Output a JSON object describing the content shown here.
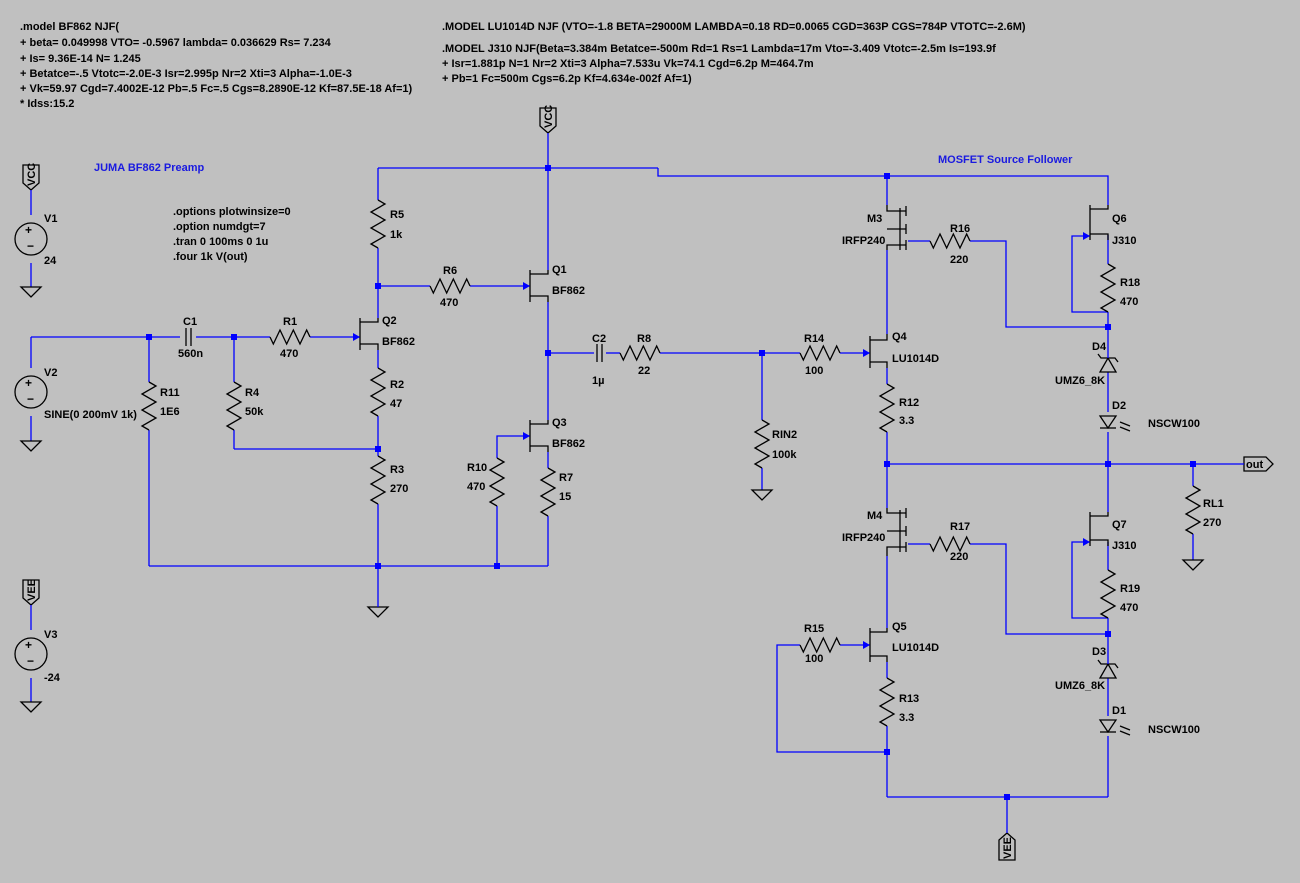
{
  "models": {
    "bf862": [
      ".model BF862 NJF(",
      "+ beta= 0.049998 VTO= -0.5967 lambda= 0.036629 Rs= 7.234",
      "+ Is= 9.36E-14 N= 1.245",
      "+ Betatce=-.5 Vtotc=-2.0E-3 Isr=2.995p Nr=2 Xti=3 Alpha=-1.0E-3",
      "+ Vk=59.97 Cgd=7.4002E-12 Pb=.5 Fc=.5 Cgs=8.2890E-12 Kf=87.5E-18 Af=1)",
      "* Idss:15.2"
    ],
    "lu1014d": ".MODEL LU1014D NJF (VTO=-1.8 BETA=29000M LAMBDA=0.18 RD=0.0065 CGD=363P CGS=784P VTOTC=-2.6M)",
    "j310": [
      ".MODEL J310 NJF(Beta=3.384m Betatce=-500m Rd=1 Rs=1 Lambda=17m Vto=-3.409 Vtotc=-2.5m Is=193.9f",
      "+ Isr=1.881p N=1 Nr=2 Xti=3 Alpha=7.533u Vk=74.1 Cgd=6.2p M=464.7m",
      "+ Pb=1 Fc=500m Cgs=6.2p Kf=4.634e-002f Af=1)"
    ]
  },
  "comments": {
    "preamp": "JUMA BF862 Preamp",
    "follower": "MOSFET Source Follower"
  },
  "directives": [
    ".options plotwinsize=0",
    ".option numdgt=7",
    ".tran 0 100ms 0 1u",
    ".four 1k V(out)"
  ],
  "flags": {
    "vcc": "VCC",
    "vee": "VEE",
    "out": "out"
  },
  "sources": {
    "V1": {
      "name": "V1",
      "value": "24"
    },
    "V2": {
      "name": "V2",
      "value": "SINE(0 200mV 1k)"
    },
    "V3": {
      "name": "V3",
      "value": "-24"
    }
  },
  "resistors": {
    "R1": {
      "name": "R1",
      "value": "470"
    },
    "R2": {
      "name": "R2",
      "value": "47"
    },
    "R3": {
      "name": "R3",
      "value": "270"
    },
    "R4": {
      "name": "R4",
      "value": "50k"
    },
    "R5": {
      "name": "R5",
      "value": "1k"
    },
    "R6": {
      "name": "R6",
      "value": "470"
    },
    "R7": {
      "name": "R7",
      "value": "15"
    },
    "R8": {
      "name": "R8",
      "value": "22"
    },
    "R10": {
      "name": "R10",
      "value": "470"
    },
    "R11": {
      "name": "R11",
      "value": "1E6"
    },
    "R12": {
      "name": "R12",
      "value": "3.3"
    },
    "R13": {
      "name": "R13",
      "value": "3.3"
    },
    "R14": {
      "name": "R14",
      "value": "100"
    },
    "R15": {
      "name": "R15",
      "value": "100"
    },
    "R16": {
      "name": "R16",
      "value": "220"
    },
    "R17": {
      "name": "R17",
      "value": "220"
    },
    "R18": {
      "name": "R18",
      "value": "470"
    },
    "R19": {
      "name": "R19",
      "value": "470"
    },
    "RIN2": {
      "name": "RIN2",
      "value": "100k"
    },
    "RL1": {
      "name": "RL1",
      "value": "270"
    }
  },
  "capacitors": {
    "C1": {
      "name": "C1",
      "value": "560n"
    },
    "C2": {
      "name": "C2",
      "value": "1µ"
    }
  },
  "transistors": {
    "Q1": {
      "name": "Q1",
      "value": "BF862"
    },
    "Q2": {
      "name": "Q2",
      "value": "BF862"
    },
    "Q3": {
      "name": "Q3",
      "value": "BF862"
    },
    "Q4": {
      "name": "Q4",
      "value": "LU1014D"
    },
    "Q5": {
      "name": "Q5",
      "value": "LU1014D"
    },
    "Q6": {
      "name": "Q6",
      "value": "J310"
    },
    "Q7": {
      "name": "Q7",
      "value": "J310"
    },
    "M3": {
      "name": "M3",
      "value": "IRFP240"
    },
    "M4": {
      "name": "M4",
      "value": "IRFP240"
    }
  },
  "diodes": {
    "D1": {
      "name": "D1",
      "value": "NSCW100"
    },
    "D2": {
      "name": "D2",
      "value": "NSCW100"
    },
    "D3": {
      "name": "D3",
      "value": "UMZ6_8K"
    },
    "D4": {
      "name": "D4",
      "value": "UMZ6_8K"
    }
  }
}
